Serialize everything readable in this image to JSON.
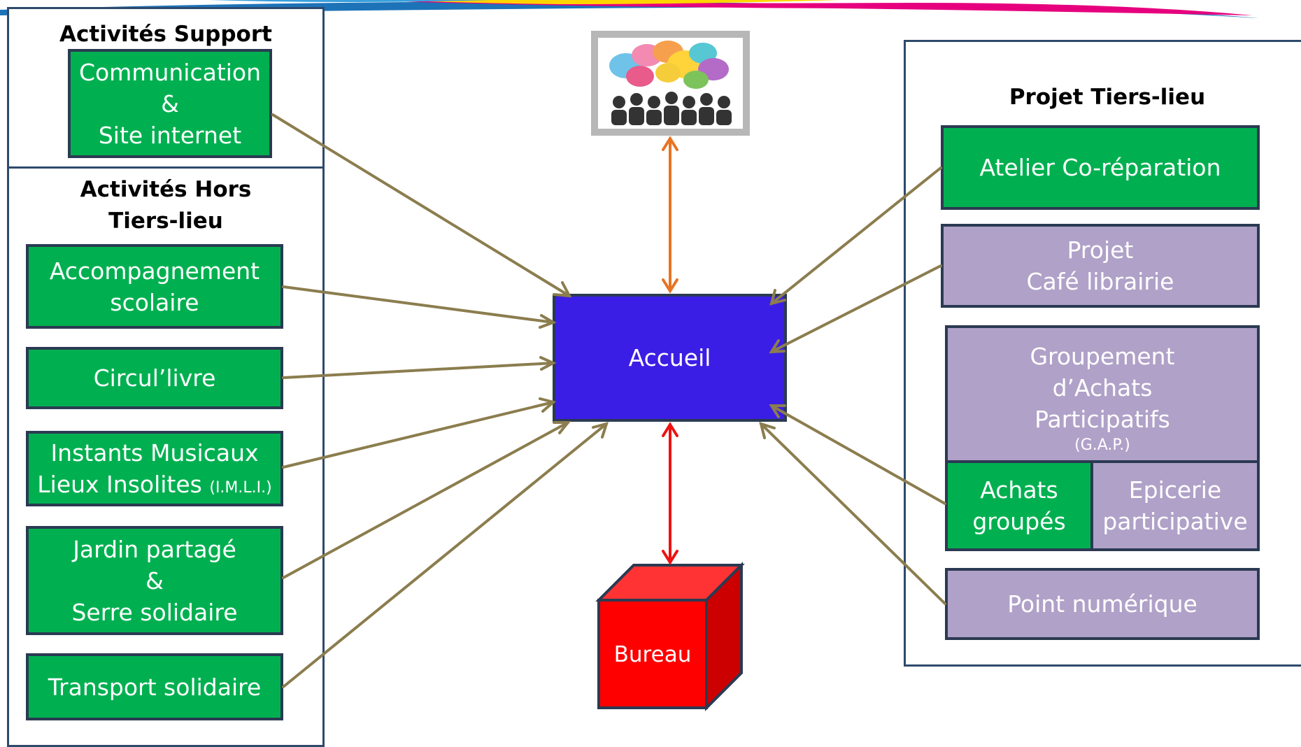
{
  "left_top_panel": {
    "title": "Activités Support",
    "communication": {
      "line1": "Communication",
      "line2": "&",
      "line3": "Site internet"
    }
  },
  "left_bottom_panel": {
    "title_line1": "Activités Hors",
    "title_line2": "Tiers-lieu",
    "accompagnement": {
      "line1": "Accompagnement",
      "line2": "scolaire"
    },
    "circul_livre": "Circul’livre",
    "instants": {
      "line1": "Instants Musicaux",
      "line2": "Lieux Insolites",
      "abbr": "(I.M.L.I.)"
    },
    "jardin": {
      "line1": "Jardin partagé",
      "line2": "&",
      "line3": "Serre solidaire"
    },
    "transport": "Transport solidaire"
  },
  "center": {
    "accueil": "Accueil",
    "bureau": "Bureau",
    "community_image": "people-speech-bubbles-icon"
  },
  "right_panel": {
    "title": "Projet Tiers-lieu",
    "atelier": "Atelier Co-réparation",
    "cafe": {
      "line1": "Projet",
      "line2": "Café librairie"
    },
    "gap": {
      "line1": "Groupement",
      "line2": "d’Achats",
      "line3": "Participatifs",
      "abbr": "(G.A.P.)"
    },
    "achats": {
      "line1": "Achats",
      "line2": "groupés"
    },
    "epicerie": {
      "line1": "Epicerie",
      "line2": "participative"
    },
    "numerique": "Point numérique"
  },
  "colors": {
    "green": "#00b050",
    "purple": "#b0a1c8",
    "accueil_blue": "#3a1ee6",
    "bureau_red": "#ff0000",
    "arrow_olive": "#8b7d4e",
    "arrow_orange": "#e87322",
    "arrow_red": "#ee1111"
  }
}
